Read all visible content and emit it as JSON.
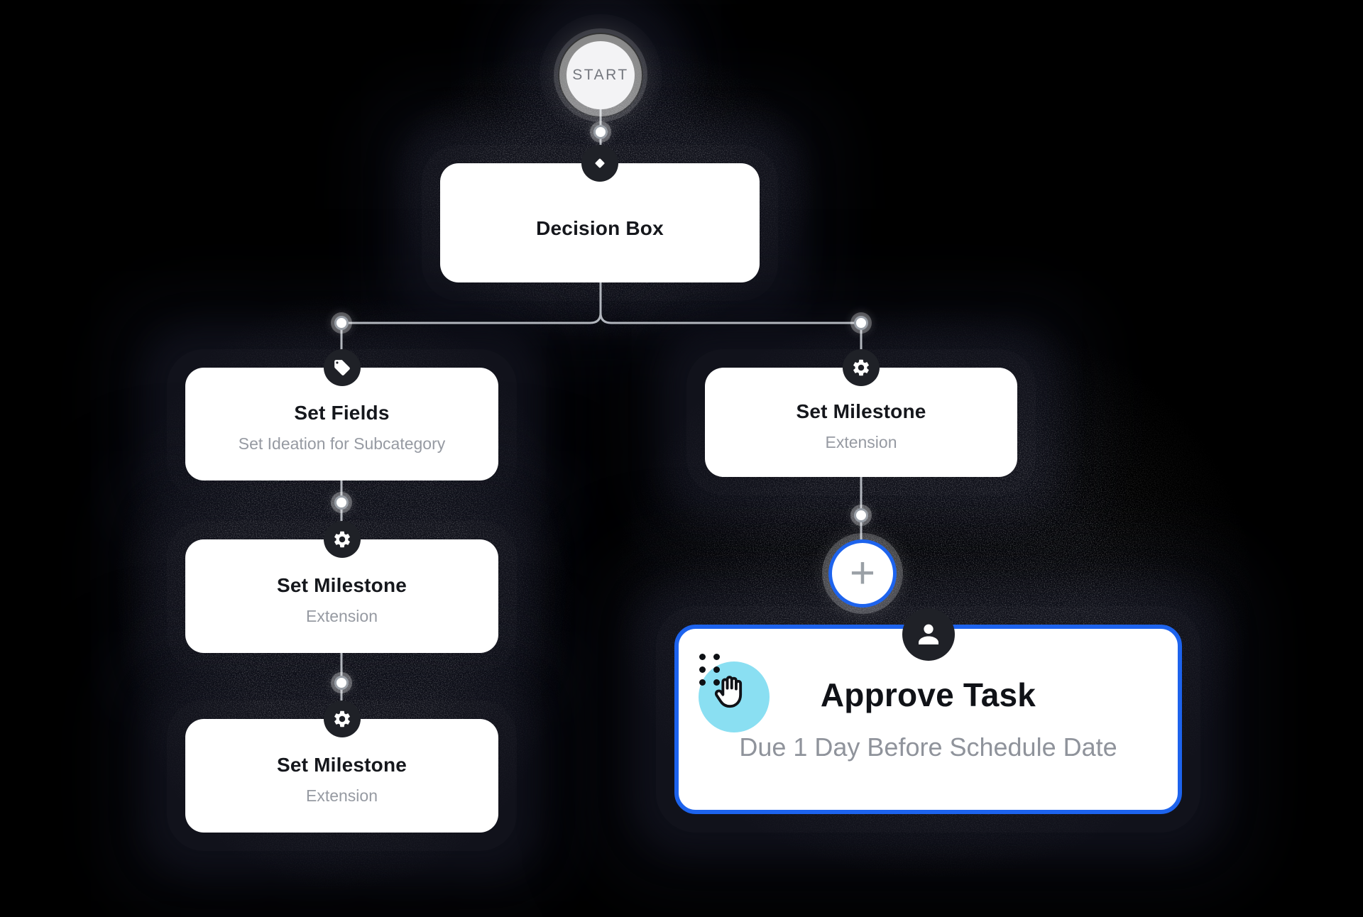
{
  "colors": {
    "background": "#000000",
    "card": "#ffffff",
    "badge": "#1f2127",
    "accent_blue": "#1d63ed",
    "cursor_cyan": "#8adff2",
    "title_text": "#15171c",
    "subtitle_text": "#969aa2",
    "connector_line": "#b2b6bd"
  },
  "start_node": {
    "label": "START"
  },
  "decision_node": {
    "title": "Decision Box",
    "icon": "diamond-icon"
  },
  "left_branch": {
    "set_fields": {
      "title": "Set Fields",
      "subtitle": "Set Ideation for Subcategory",
      "icon": "tag-icon"
    },
    "milestone_1": {
      "title": "Set Milestone",
      "subtitle": "Extension",
      "icon": "gear-icon"
    },
    "milestone_2": {
      "title": "Set Milestone",
      "subtitle": "Extension",
      "icon": "gear-icon"
    }
  },
  "right_branch": {
    "milestone": {
      "title": "Set Milestone",
      "subtitle": "Extension",
      "icon": "gear-icon"
    },
    "add_step_button": {
      "label": "+"
    },
    "approve_task": {
      "title": "Approve Task",
      "subtitle": "Due 1 Day Before Schedule Date",
      "icon": "person-icon",
      "selected": true
    }
  }
}
